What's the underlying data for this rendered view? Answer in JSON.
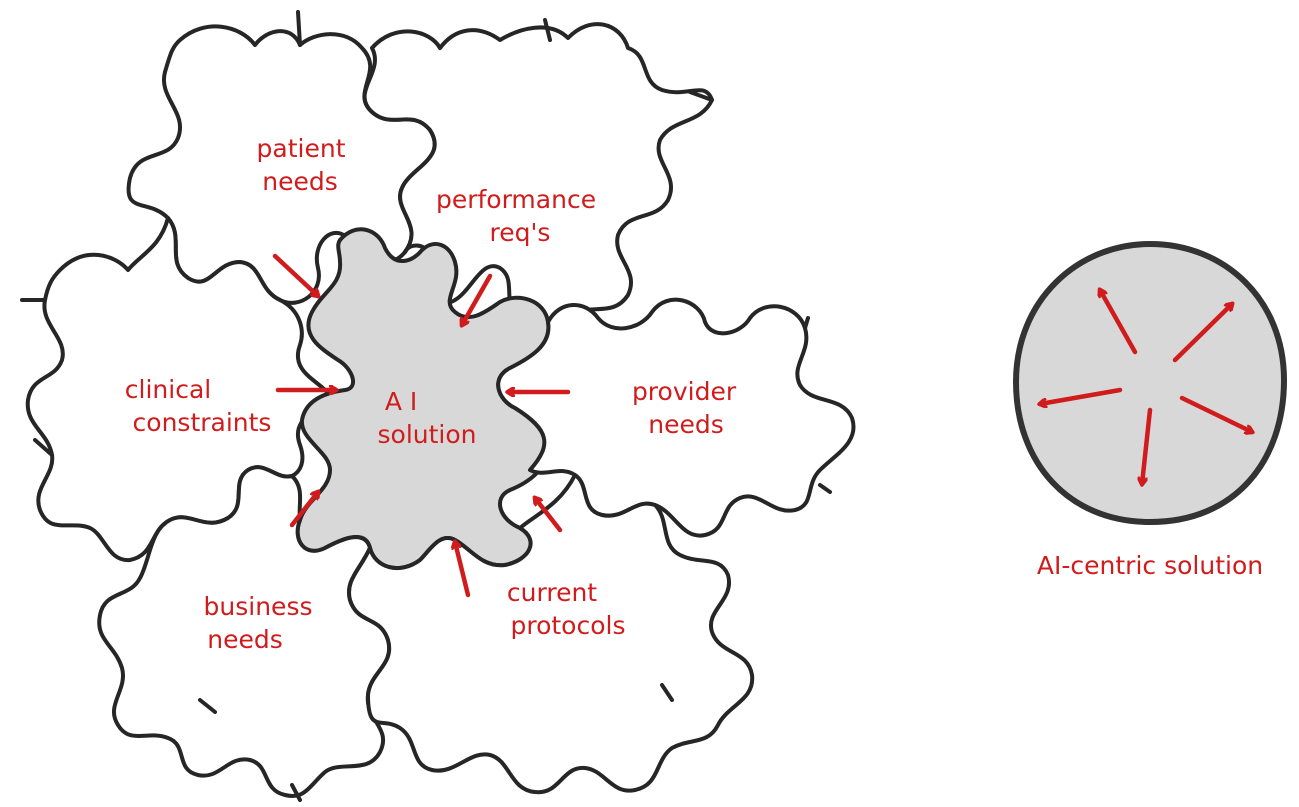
{
  "colors": {
    "accent": "#d01c1c",
    "outline": "#262626",
    "fill_center": "#d8d8d8"
  },
  "puzzle": {
    "center_label": [
      "A I",
      "solution"
    ],
    "pieces": [
      {
        "id": "patient-needs",
        "lines": [
          "patient",
          "needs"
        ]
      },
      {
        "id": "performance-reqs",
        "lines": [
          "performance",
          "req's"
        ]
      },
      {
        "id": "clinical-constraints",
        "lines": [
          "clinical",
          "constraints"
        ]
      },
      {
        "id": "provider-needs",
        "lines": [
          "provider",
          "needs"
        ]
      },
      {
        "id": "business-needs",
        "lines": [
          "business",
          "needs"
        ]
      },
      {
        "id": "current-protocols",
        "lines": [
          "current",
          "protocols"
        ]
      }
    ]
  },
  "circle": {
    "caption": "AI-centric solution"
  }
}
